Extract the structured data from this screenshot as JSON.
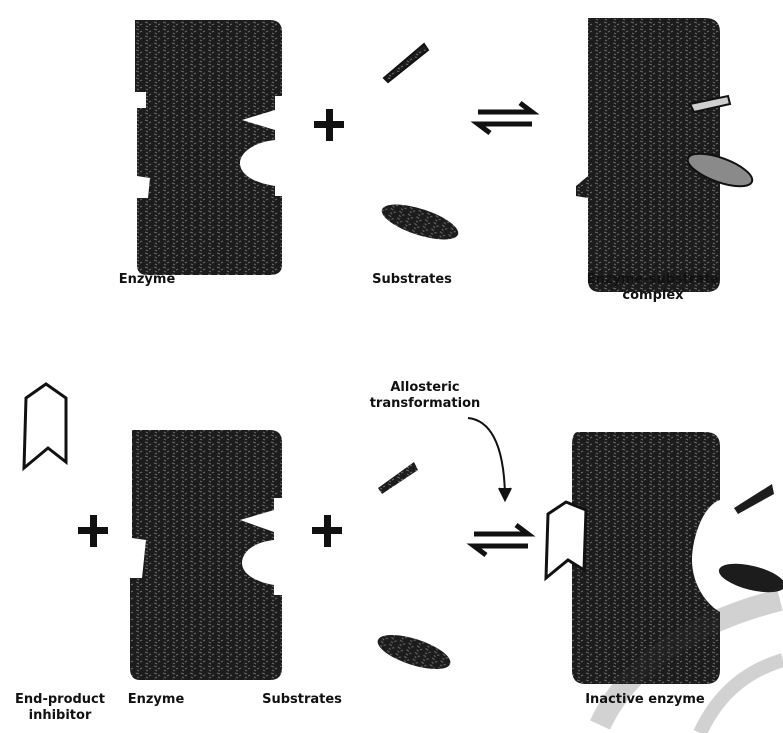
{
  "top_row": {
    "enzyme_label": "Enzyme",
    "substrates_label": "Substrates",
    "complex_label_line1": "Enzyme-substrate",
    "complex_label_line2": "complex"
  },
  "bottom_row": {
    "inhibitor_label_line1": "End-product",
    "inhibitor_label_line2": "inhibitor",
    "enzyme_label": "Enzyme",
    "substrates_label": "Substrates",
    "annotation_line1": "Allosteric",
    "annotation_line2": "transformation",
    "inactive_label": "Inactive enzyme"
  },
  "symbols": {
    "plus": "+",
    "equilibrium": "⇌"
  },
  "colors": {
    "enzyme_fill": "#1c1c1c",
    "texture": "#6a6a6a",
    "ink": "#111111"
  }
}
